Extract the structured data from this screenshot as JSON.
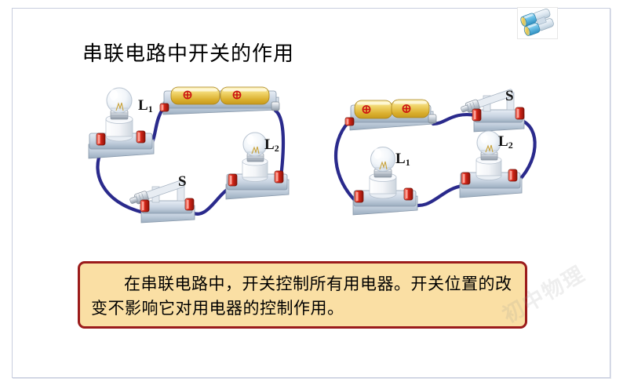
{
  "slide": {
    "title": "串联电路中开关的作用",
    "background_color": "#ffffff",
    "border_color": "#c8cede"
  },
  "decor": {
    "binoculars_icon": "binoculars-icon",
    "watermark_text": "初中物理"
  },
  "conclusion": {
    "text": "在串联电路中，开关控制所有用电器。开关位置的改变不影响它对用电器的控制作用。",
    "fill_color": "#FADFA4",
    "border_color": "#9B1B1B"
  },
  "circuits": [
    {
      "id": "circuit-left",
      "name": "series-circuit-switch-at-bottom",
      "wire_color": "#2A2A8C",
      "components": [
        {
          "type": "battery",
          "name": "battery-pack",
          "cells": 2,
          "polarity_symbol": "⊕",
          "position": "top-center"
        },
        {
          "type": "lamp",
          "name": "lamp-l1",
          "label": "L",
          "subscript": "1",
          "position": "upper-left"
        },
        {
          "type": "switch",
          "name": "switch-s",
          "label": "S",
          "state": "open",
          "position": "bottom-center"
        },
        {
          "type": "lamp",
          "name": "lamp-l2",
          "label": "L",
          "subscript": "2",
          "position": "right"
        }
      ]
    },
    {
      "id": "circuit-right",
      "name": "series-circuit-switch-at-top",
      "wire_color": "#2A2A8C",
      "components": [
        {
          "type": "battery",
          "name": "battery-pack",
          "cells": 2,
          "polarity_symbol": "⊕",
          "position": "upper-left"
        },
        {
          "type": "switch",
          "name": "switch-s",
          "label": "S",
          "state": "open",
          "position": "upper-right"
        },
        {
          "type": "lamp",
          "name": "lamp-l1",
          "label": "L",
          "subscript": "1",
          "position": "bottom-left"
        },
        {
          "type": "lamp",
          "name": "lamp-l2",
          "label": "L",
          "subscript": "2",
          "position": "bottom-right"
        }
      ]
    }
  ],
  "labels": {
    "left_l1": "L",
    "left_l1_sub": "1",
    "left_l2": "L",
    "left_l2_sub": "2",
    "left_s": "S",
    "right_l1": "L",
    "right_l1_sub": "1",
    "right_l2": "L",
    "right_l2_sub": "2",
    "right_s": "S"
  }
}
